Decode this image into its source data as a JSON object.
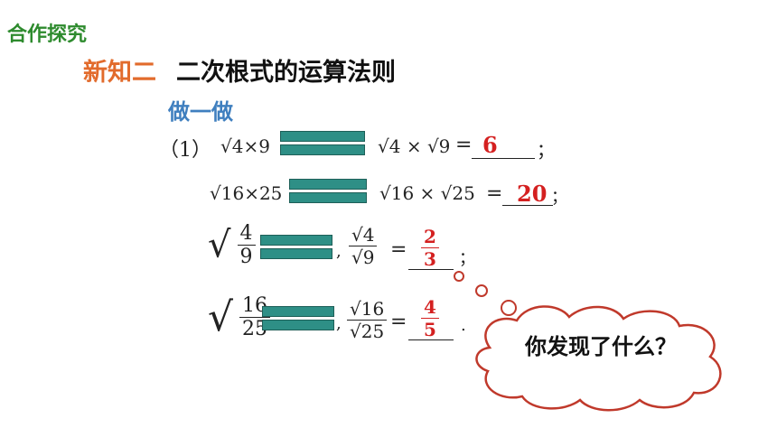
{
  "section_label": "合作探究",
  "heading": {
    "label": "新知二",
    "title": "二次根式的运算法则"
  },
  "subheading": "做一做",
  "item_number": "（1）",
  "rows": [
    {
      "left_expr": "√4×9",
      "right_expr": "√4 × √9",
      "answer": "6",
      "end": "；"
    },
    {
      "left_expr": "√16×25",
      "right_expr": "√16 × √25",
      "answer": "20",
      "end": "；"
    },
    {
      "left_num": "4",
      "left_den": "9",
      "right_num": "√4",
      "right_den": "√9",
      "answer_num": "2",
      "answer_den": "3",
      "end": "；"
    },
    {
      "left_num": "16",
      "left_den": "25",
      "right_num": "√16",
      "right_den": "√25",
      "answer_num": "4",
      "answer_den": "5",
      "end": "."
    }
  ],
  "thought_bubble": "你发现了什么？",
  "colors": {
    "section": "#2e8b2e",
    "heading_label": "#e26b2c",
    "subheading": "#3f7fbf",
    "answer": "#d42020",
    "cover_bar": "#2e8f86"
  }
}
